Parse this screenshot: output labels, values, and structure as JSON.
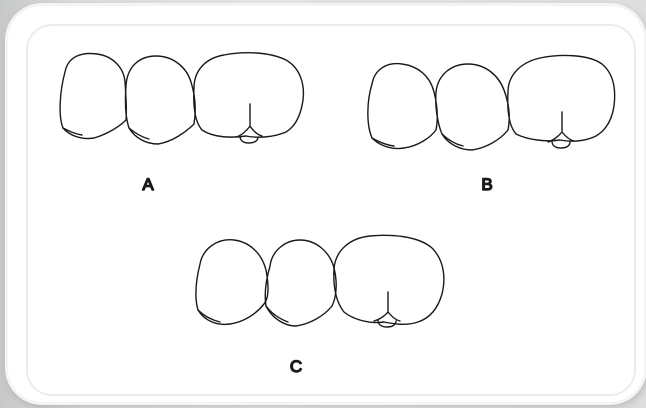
{
  "figures": [
    {
      "id": "A",
      "label": "A"
    },
    {
      "id": "B",
      "label": "B"
    },
    {
      "id": "C",
      "label": "C"
    }
  ],
  "colors": {
    "stroke": "#1a1a1a",
    "paper": "#ffffff",
    "frame_shadow": "#cfcfcf"
  }
}
